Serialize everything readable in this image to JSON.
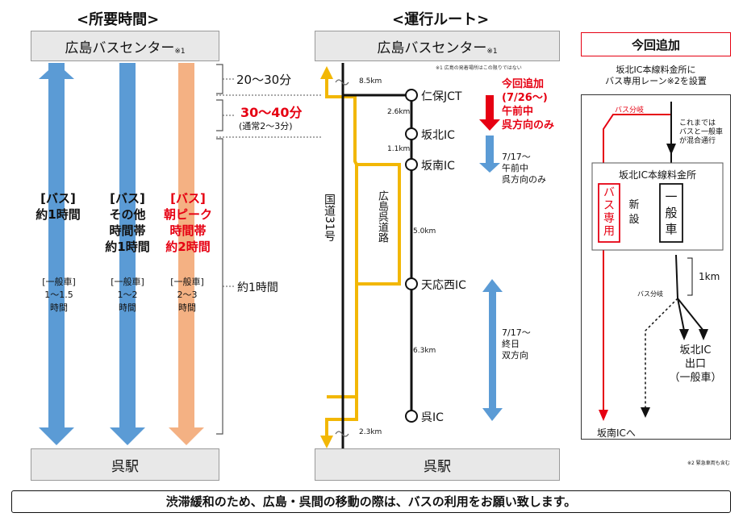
{
  "left_panel": {
    "title": "<所要時間>",
    "top_station": "広島バスセンター",
    "top_note_mark": "※1",
    "bottom_station": "呉駅",
    "col1": {
      "mode": "[バス]",
      "time": "約1時間",
      "car_label": "[一般車]",
      "car_time_1": "1〜1.5",
      "car_time_2": "時間"
    },
    "col2": {
      "mode": "[バス]",
      "line2": "その他",
      "line3": "時間帯",
      "time": "約1時間",
      "car_label": "[一般車]",
      "car_time_1": "1〜2",
      "car_time_2": "時間"
    },
    "col3": {
      "mode": "[バス]",
      "line2": "朝ピーク",
      "line3": "時間帯",
      "time": "約2時間",
      "car_label": "[一般車]",
      "car_time_1": "2〜3",
      "car_time_2": "時間"
    },
    "bracket1": "20〜30分",
    "bracket2_main": "30〜40分",
    "bracket2_sub": "(通常2〜3分)",
    "bracket3": "約1時間",
    "colors": {
      "blue": "#5b9bd5",
      "peach": "#f4b183",
      "red": "#e60012"
    }
  },
  "route_panel": {
    "title": "<運行ルート>",
    "top_station": "広島バスセンター",
    "top_note_mark": "※1",
    "footnote": "※1 広島の発着場所はこの限りではない",
    "bottom_station": "呉駅",
    "stops": [
      "仁保JCT",
      "坂北IC",
      "坂南IC",
      "天応西IC",
      "呉IC"
    ],
    "distances": [
      "8.5km",
      "2.6km",
      "1.1km",
      "5.0km",
      "6.3km",
      "2.3km"
    ],
    "road_left": "国道31号",
    "road_right": "広島呉道路",
    "new_add": [
      "今回追加",
      "(7/26〜)",
      "午前中",
      "呉方向のみ"
    ],
    "prev_add": [
      "7/17〜",
      "午前中",
      "呉方向のみ"
    ],
    "allday": [
      "7/17〜",
      "終日",
      "双方向"
    ],
    "colors": {
      "route": "#f2b705"
    }
  },
  "right_panel": {
    "title": "今回追加",
    "subtitle_1": "坂北IC本線料金所に",
    "subtitle_2": "バス専用レーン※2を設置",
    "bus_split": "バス分岐",
    "note": [
      "これまでは",
      "バスと一般車",
      "が混合通行"
    ],
    "tollgate": "坂北IC本線料金所",
    "bus_lane": [
      "バ",
      "ス",
      "専",
      "用"
    ],
    "new_set": [
      "新",
      "設"
    ],
    "general_lane": [
      "一",
      "般",
      "車"
    ],
    "distance": "1km",
    "bus_split2": "バス分岐",
    "exit": [
      "坂北IC",
      "出口",
      "（一般車）"
    ],
    "to_sakanan": "坂南ICへ",
    "footnote": "※2 緊急車両も含む"
  },
  "banner": "渋滞緩和のため、広島・呉間の移動の際は、バスの利用をお願い致します。"
}
